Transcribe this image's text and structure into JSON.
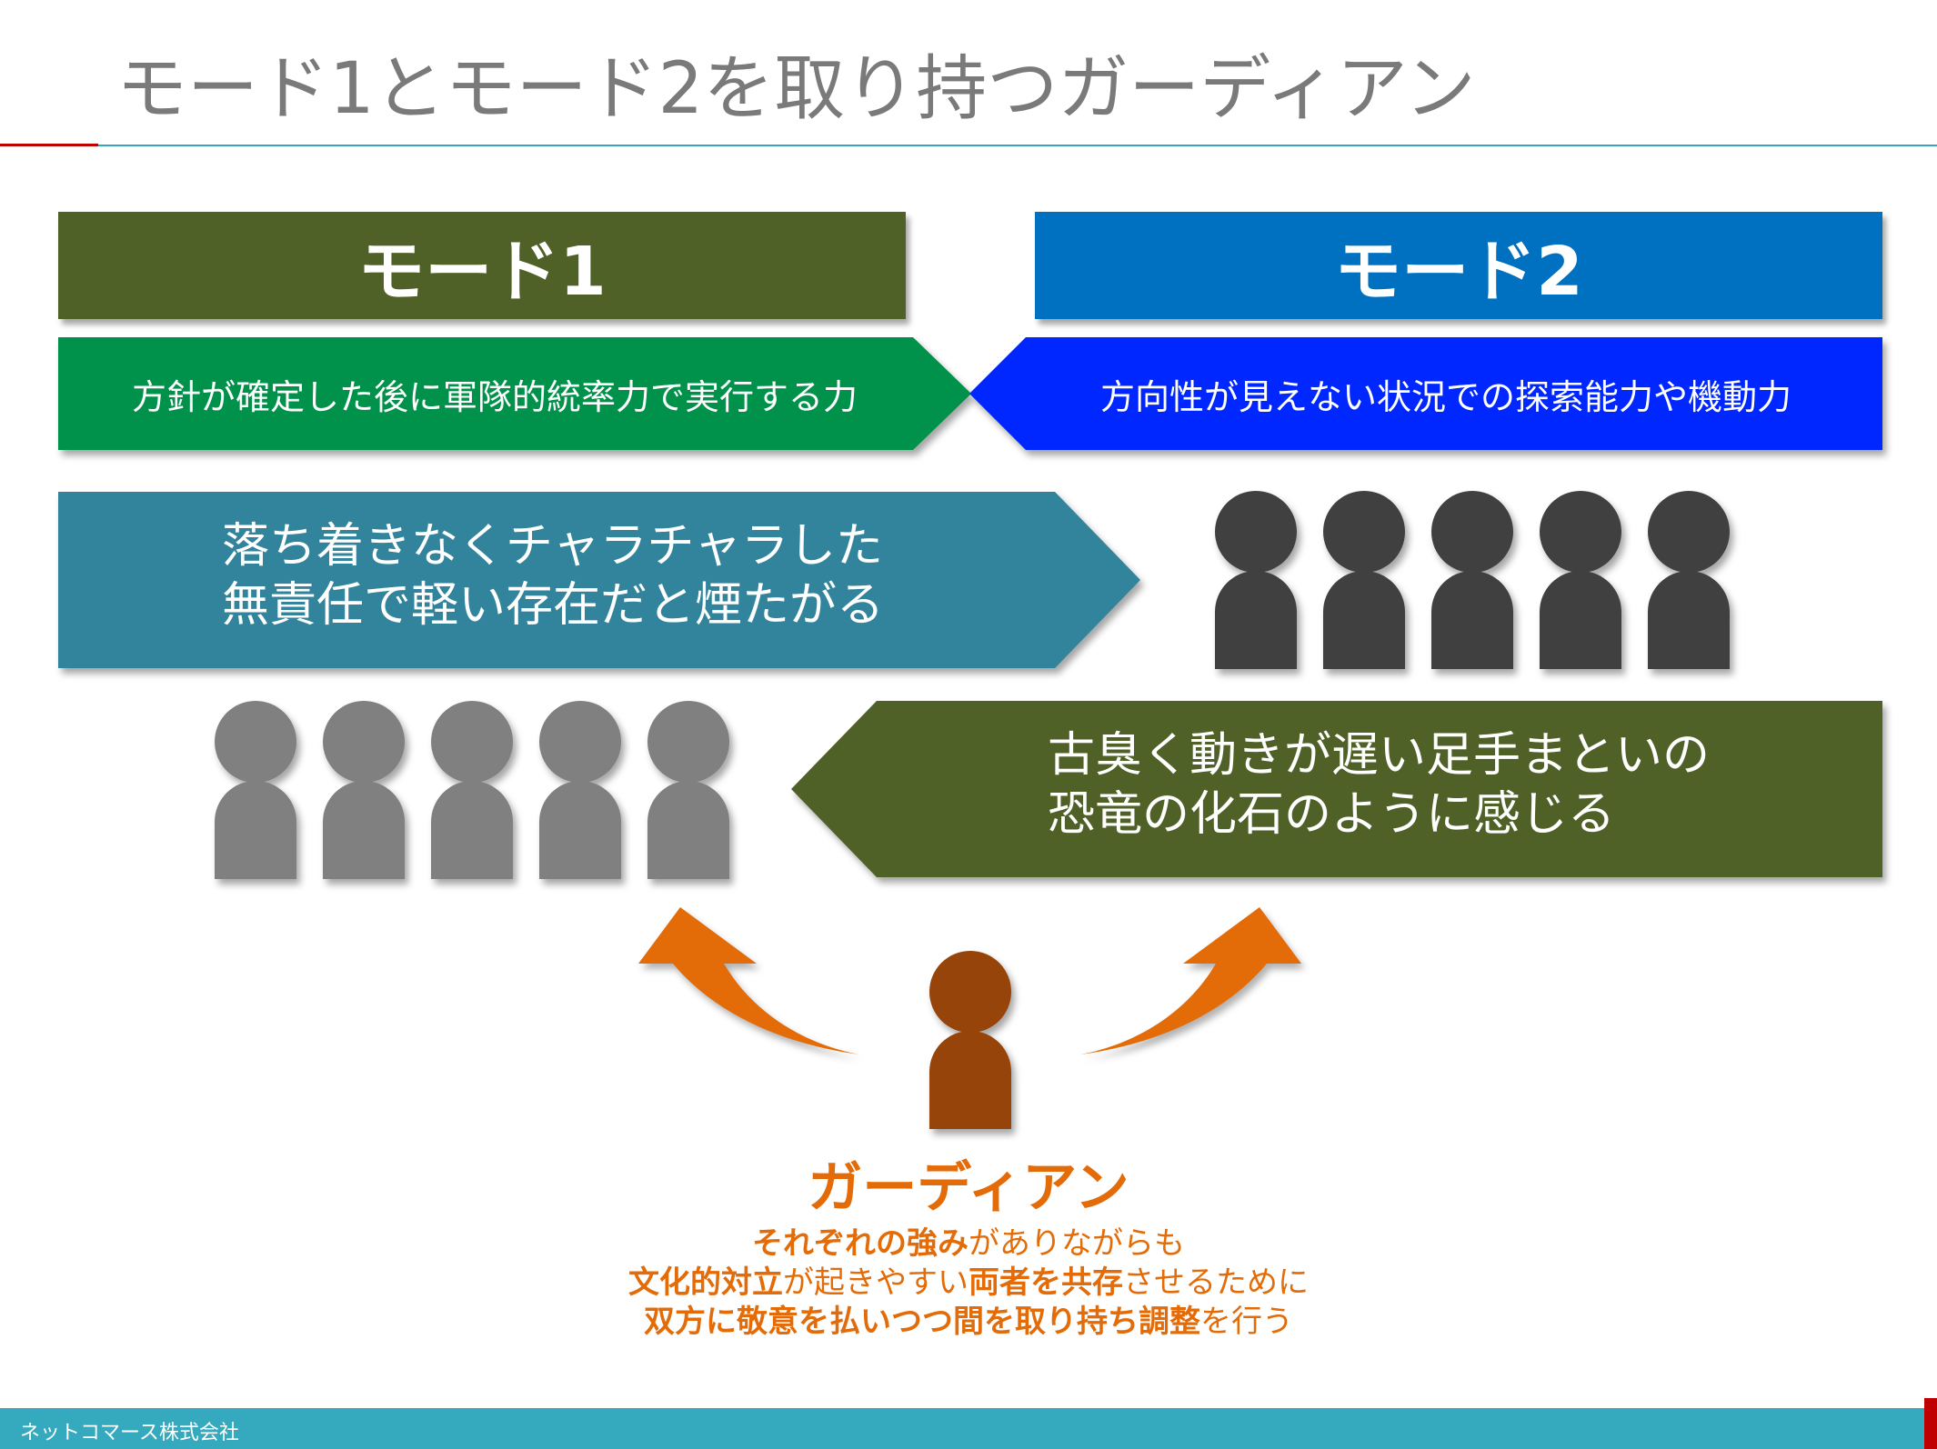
{
  "title": "モード1とモード2を取り持つガーディアン",
  "mode1": {
    "header": "モード1",
    "description": "方針が確定した後に軍隊的統率力で実行する力",
    "view_line1": "落ち着きなくチャラチャラした",
    "view_line2": "無責任で軽い存在だと煙たがる"
  },
  "mode2": {
    "header": "モード2",
    "description": "方向性が見えない状況での探索能力や機動力",
    "view_line1": "古臭く動きが遅い足手まといの",
    "view_line2": "恐竜の化石のように感じる"
  },
  "guardian": {
    "title": "ガーディアン",
    "line1": [
      {
        "text": "それぞれの強み",
        "bold": true
      },
      {
        "text": "がありながらも",
        "bold": false
      }
    ],
    "line2": [
      {
        "text": "文化的対立",
        "bold": true
      },
      {
        "text": "が起きやすい",
        "bold": false
      },
      {
        "text": "両者を共存",
        "bold": true
      },
      {
        "text": "させるために",
        "bold": false
      }
    ],
    "line3": [
      {
        "text": "双方に敬意を払いつつ間を取り持ち調整",
        "bold": true
      },
      {
        "text": "を行う",
        "bold": false
      }
    ]
  },
  "footer": {
    "company": "ネットコマース株式会社"
  },
  "colors": {
    "mode1_header": "#506128",
    "mode2_header": "#0070c0",
    "mode1_desc": "#00924a",
    "mode2_desc": "#0027ff",
    "teal_arrow": "#31849b",
    "olive_arrow": "#506128",
    "orange": "#e36c09",
    "guardian_person": "#964409"
  },
  "icons": {
    "mode2_people": [
      "person-icon",
      "person-icon",
      "person-icon",
      "person-icon",
      "person-icon"
    ],
    "mode1_people": [
      "person-icon",
      "person-icon",
      "person-icon",
      "person-icon",
      "person-icon"
    ]
  }
}
